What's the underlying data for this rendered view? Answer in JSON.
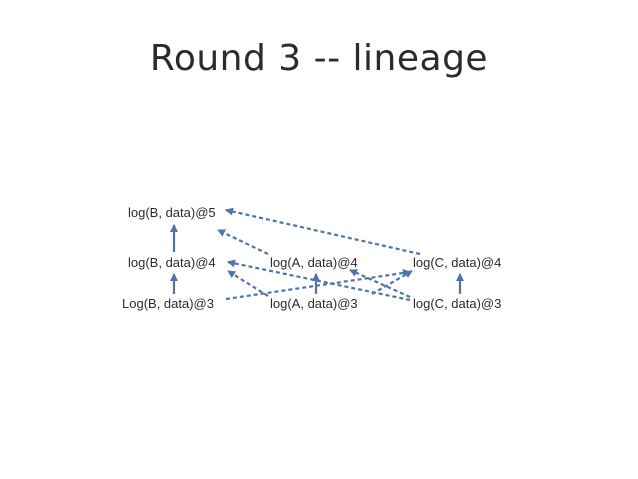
{
  "title": "Round 3 -- lineage",
  "colors": {
    "arrow": "#4f74a8",
    "text": "#2b2b2b"
  },
  "nodes": [
    {
      "id": "b5",
      "label": "log(B, data)@5"
    },
    {
      "id": "b4",
      "label": "log(B, data)@4"
    },
    {
      "id": "a4",
      "label": "log(A, data)@4"
    },
    {
      "id": "c4",
      "label": "log(C, data)@4"
    },
    {
      "id": "b3",
      "label": "Log(B, data)@3"
    },
    {
      "id": "a3",
      "label": "log(A, data)@3"
    },
    {
      "id": "c3",
      "label": "log(C, data)@3"
    }
  ],
  "edges": [
    {
      "from": "b4",
      "to": "b5",
      "style": "solid"
    },
    {
      "from": "b3",
      "to": "b4",
      "style": "solid"
    },
    {
      "from": "a3",
      "to": "a4",
      "style": "solid"
    },
    {
      "from": "c3",
      "to": "c4",
      "style": "solid"
    },
    {
      "from": "c4",
      "to": "b5",
      "style": "dashed"
    },
    {
      "from": "a4",
      "to": "b5",
      "style": "dashed"
    },
    {
      "from": "c3",
      "to": "b4",
      "style": "dashed"
    },
    {
      "from": "a3",
      "to": "b4",
      "style": "dashed"
    },
    {
      "from": "b3",
      "to": "c4",
      "style": "dashed"
    },
    {
      "from": "c3",
      "to": "a4",
      "style": "dashed"
    },
    {
      "from": "a3",
      "to": "c4",
      "style": "dashed"
    }
  ]
}
